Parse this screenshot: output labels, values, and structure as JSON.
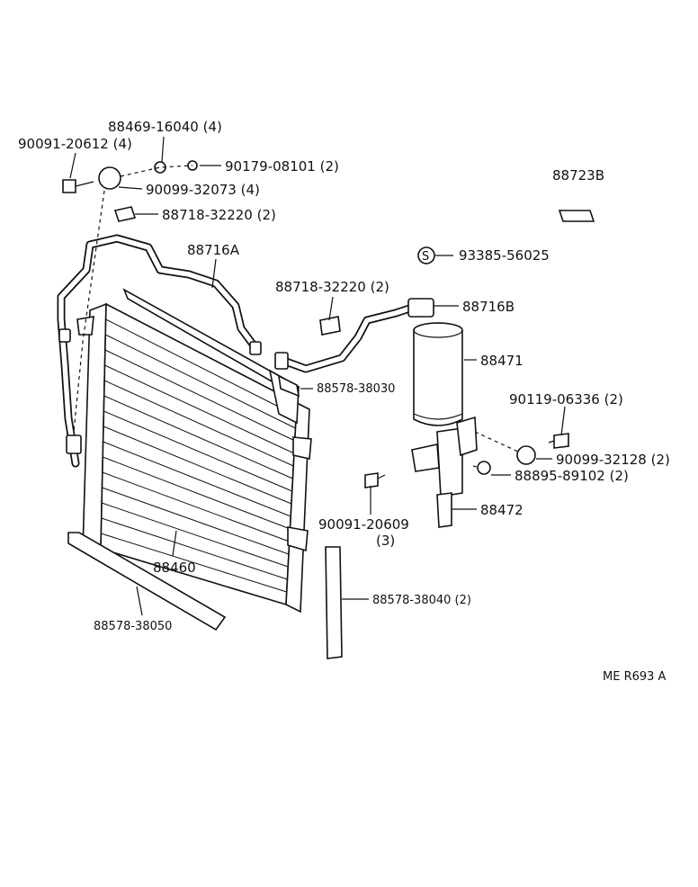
{
  "diagram": {
    "reference_code": "ME R693 A",
    "parts": [
      {
        "id": "p1",
        "label": "88469-16040 (4)"
      },
      {
        "id": "p2",
        "label": "90091-20612 (4)"
      },
      {
        "id": "p3",
        "label": "90179-08101 (2)"
      },
      {
        "id": "p4",
        "label": "90099-32073 (4)"
      },
      {
        "id": "p5",
        "label": "88718-32220 (2)"
      },
      {
        "id": "p6",
        "label": "88723B"
      },
      {
        "id": "p7",
        "label": "88716A"
      },
      {
        "id": "p8",
        "label": "93385-56025"
      },
      {
        "id": "p9",
        "label": "88718-32220 (2)"
      },
      {
        "id": "p10",
        "label": "88716B"
      },
      {
        "id": "p11",
        "label": "88471"
      },
      {
        "id": "p12",
        "label": "88578-38030"
      },
      {
        "id": "p13",
        "label": "90119-06336 (2)"
      },
      {
        "id": "p14",
        "label": "90099-32128 (2)"
      },
      {
        "id": "p15",
        "label": "88895-89102 (2)"
      },
      {
        "id": "p16",
        "label": "88472"
      },
      {
        "id": "p17",
        "label": "90091-20609"
      },
      {
        "id": "p18",
        "label": "(3)"
      },
      {
        "id": "p19",
        "label": "88460"
      },
      {
        "id": "p20",
        "label": "88578-38040 (2)"
      },
      {
        "id": "p21",
        "label": "88578-38050"
      }
    ]
  }
}
